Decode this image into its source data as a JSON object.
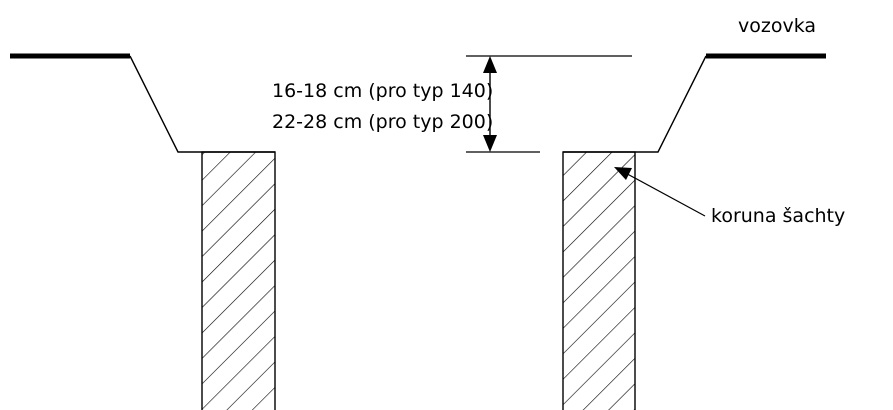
{
  "labels": {
    "road": "vozovka",
    "depth_line_1": "16-18 cm (pro typ 140)",
    "depth_line_2": "22-28 cm (pro typ 200)",
    "crown": "koruna šachty"
  },
  "colors": {
    "ink": "#000000",
    "background": "#ffffff"
  }
}
